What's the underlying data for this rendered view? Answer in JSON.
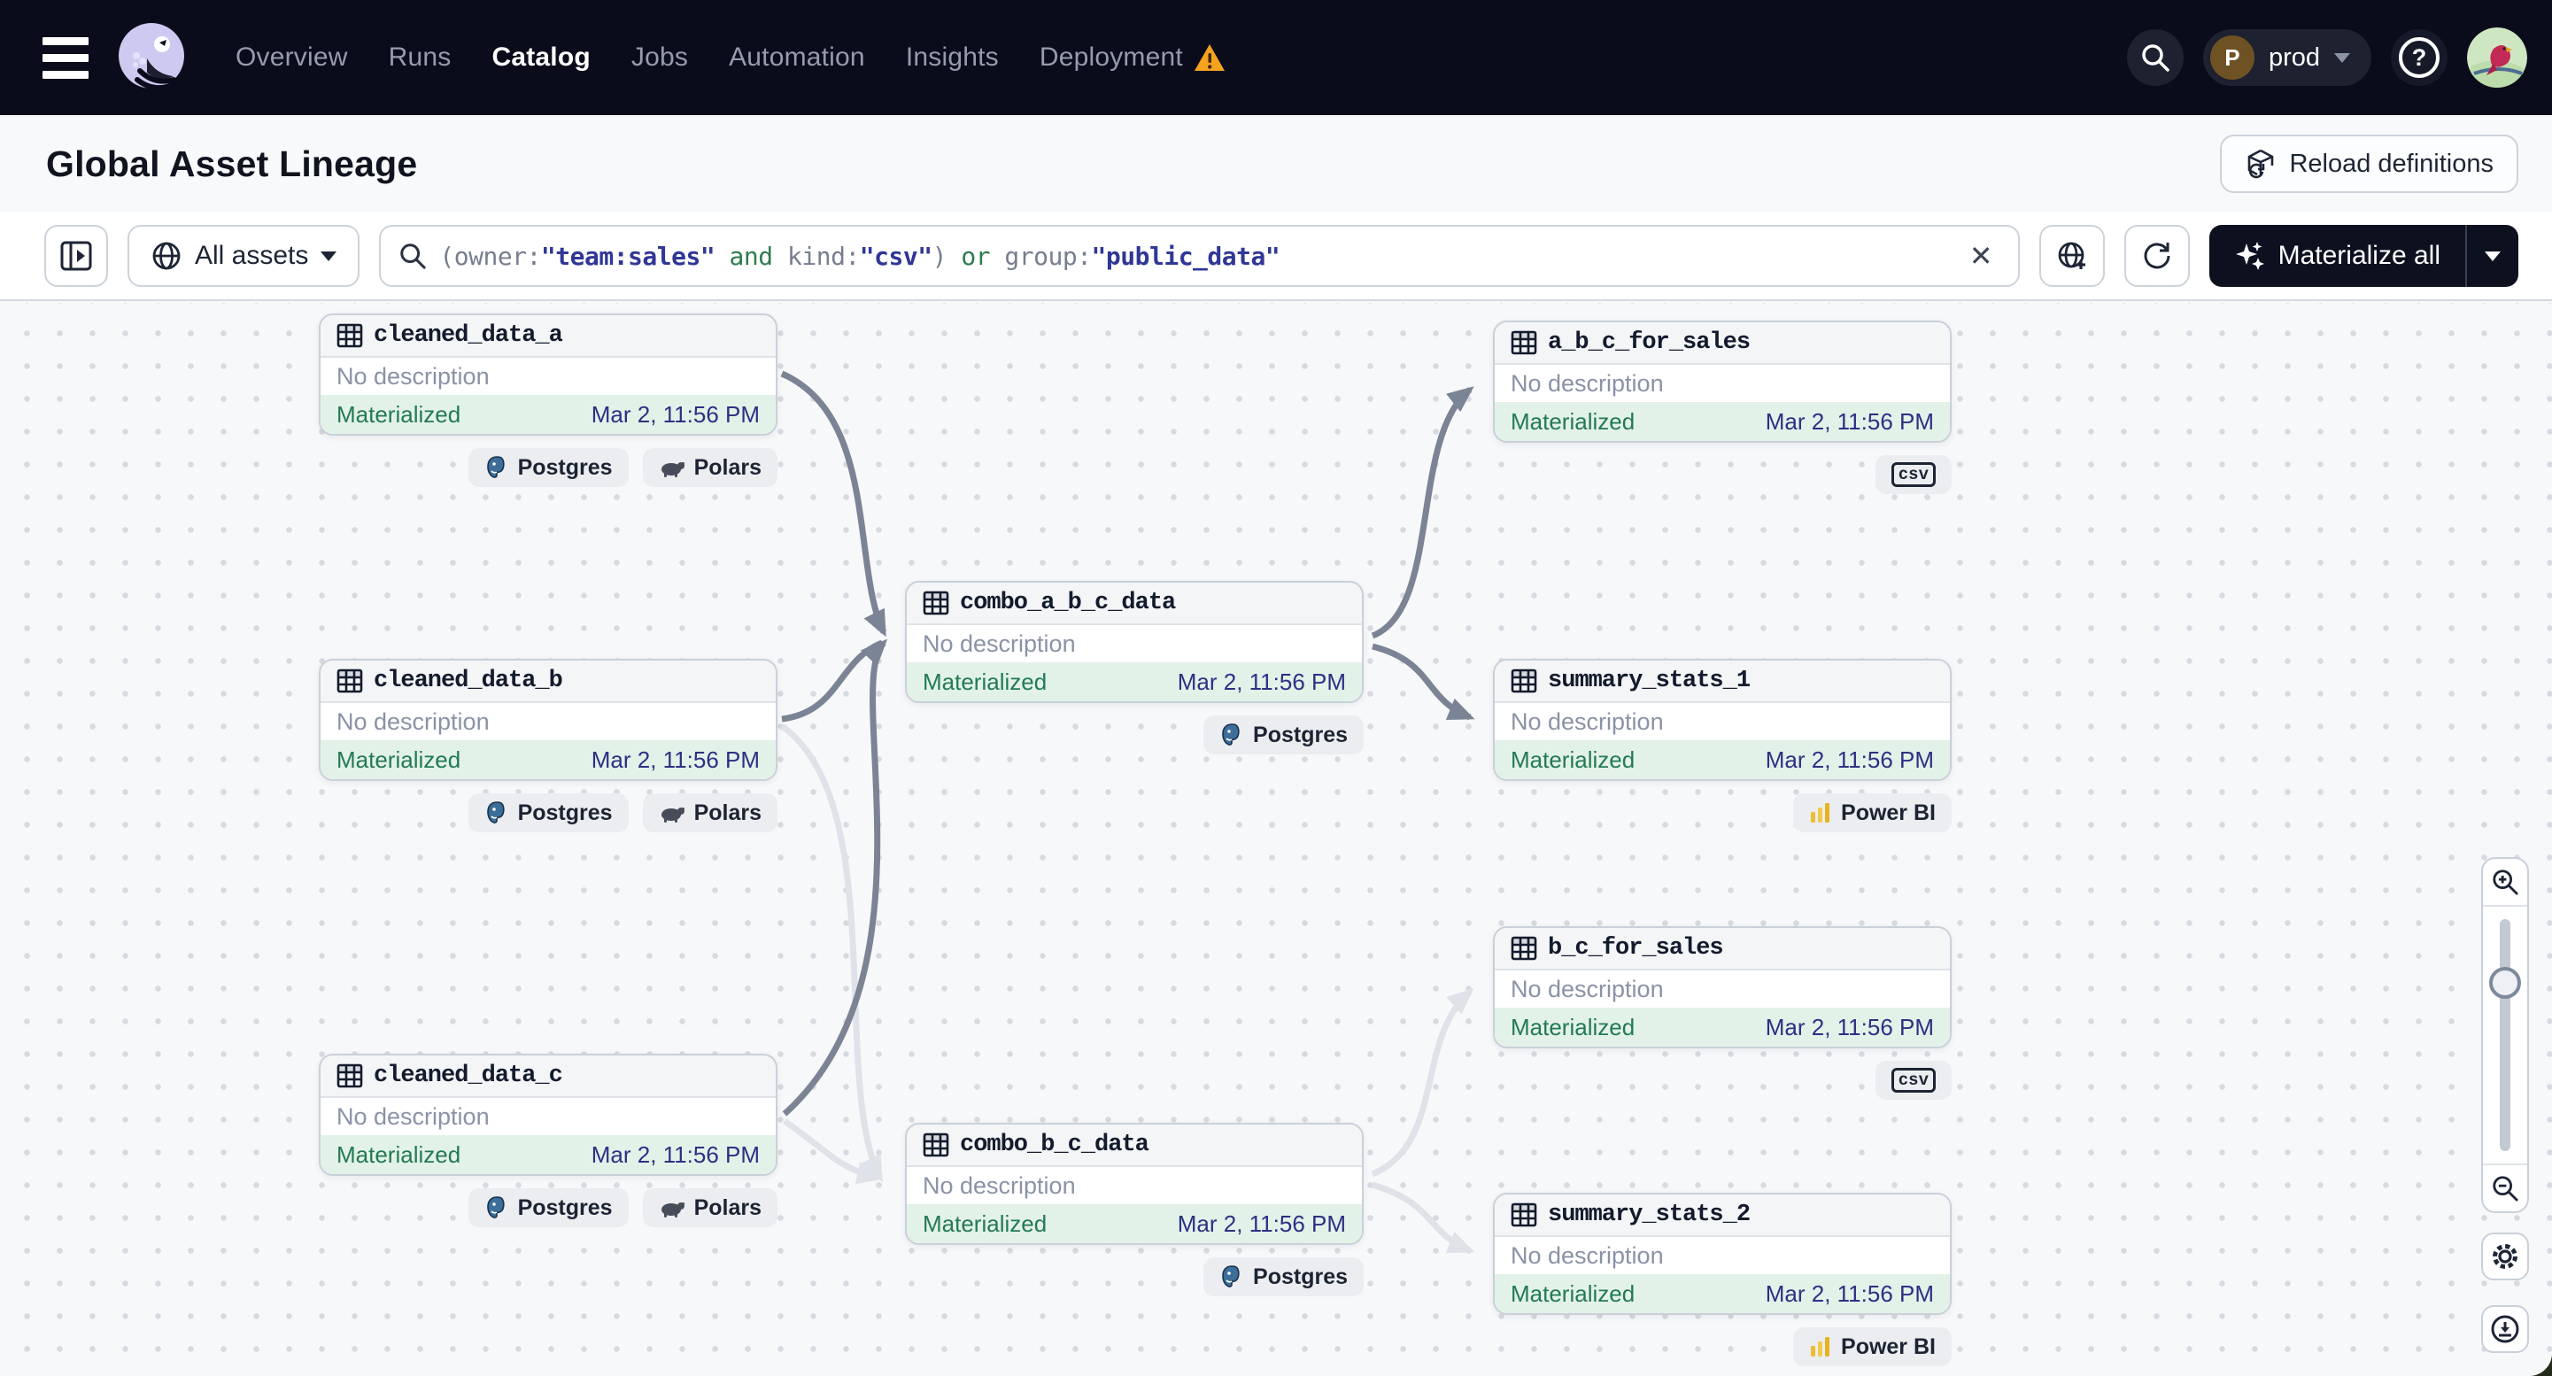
{
  "nav": {
    "items": [
      {
        "label": "Overview"
      },
      {
        "label": "Runs"
      },
      {
        "label": "Catalog"
      },
      {
        "label": "Jobs"
      },
      {
        "label": "Automation"
      },
      {
        "label": "Insights"
      },
      {
        "label": "Deployment"
      }
    ],
    "active_item": "Catalog",
    "deployment_warning_glyph": "!",
    "env": {
      "initial": "P",
      "label": "prod"
    },
    "help_glyph": "?"
  },
  "header": {
    "title": "Global Asset Lineage",
    "reload_button_label": "Reload definitions"
  },
  "toolbar": {
    "scope_label": "All assets",
    "query_segments": [
      {
        "text": "(owner:"
      },
      {
        "text": "\"team:sales\""
      },
      {
        "text": " and "
      },
      {
        "text": "kind:"
      },
      {
        "text": "\"csv\""
      },
      {
        "text": ") "
      },
      {
        "text": "or "
      },
      {
        "text": "group:"
      },
      {
        "text": "\"public_data\""
      }
    ],
    "materialize_button_label": "Materialize all"
  },
  "kinds": {
    "postgres": "Postgres",
    "polars": "Polars",
    "csv": "csv",
    "powerbi": "Power BI"
  },
  "graph": {
    "nodes": [
      {
        "name": "cleaned_data_a",
        "description": "No description",
        "status": "Materialized",
        "timestamp": "Mar 2, 11:56 PM",
        "kinds": [
          "Postgres",
          "Polars"
        ]
      },
      {
        "name": "cleaned_data_b",
        "description": "No description",
        "status": "Materialized",
        "timestamp": "Mar 2, 11:56 PM",
        "kinds": [
          "Postgres",
          "Polars"
        ]
      },
      {
        "name": "cleaned_data_c",
        "description": "No description",
        "status": "Materialized",
        "timestamp": "Mar 2, 11:56 PM",
        "kinds": [
          "Postgres",
          "Polars"
        ]
      },
      {
        "name": "combo_a_b_c_data",
        "description": "No description",
        "status": "Materialized",
        "timestamp": "Mar 2, 11:56 PM",
        "kinds": [
          "Postgres"
        ]
      },
      {
        "name": "combo_b_c_data",
        "description": "No description",
        "status": "Materialized",
        "timestamp": "Mar 2, 11:56 PM",
        "kinds": [
          "Postgres"
        ]
      },
      {
        "name": "a_b_c_for_sales",
        "description": "No description",
        "status": "Materialized",
        "timestamp": "Mar 2, 11:56 PM",
        "kinds": [
          "csv"
        ]
      },
      {
        "name": "summary_stats_1",
        "description": "No description",
        "status": "Materialized",
        "timestamp": "Mar 2, 11:56 PM",
        "kinds": [
          "Power BI"
        ]
      },
      {
        "name": "b_c_for_sales",
        "description": "No description",
        "status": "Materialized",
        "timestamp": "Mar 2, 11:56 PM",
        "kinds": [
          "csv"
        ]
      },
      {
        "name": "summary_stats_2",
        "description": "No description",
        "status": "Materialized",
        "timestamp": "Mar 2, 11:56 PM",
        "kinds": [
          "Power BI"
        ]
      }
    ],
    "edges": [
      {
        "from": "cleaned_data_a",
        "to": "combo_a_b_c_data"
      },
      {
        "from": "cleaned_data_b",
        "to": "combo_a_b_c_data"
      },
      {
        "from": "cleaned_data_c",
        "to": "combo_a_b_c_data"
      },
      {
        "from": "combo_a_b_c_data",
        "to": "a_b_c_for_sales"
      },
      {
        "from": "combo_a_b_c_data",
        "to": "summary_stats_1"
      },
      {
        "from": "cleaned_data_b",
        "to": "combo_b_c_data"
      },
      {
        "from": "cleaned_data_c",
        "to": "combo_b_c_data"
      },
      {
        "from": "combo_b_c_data",
        "to": "b_c_for_sales"
      },
      {
        "from": "combo_b_c_data",
        "to": "summary_stats_2"
      }
    ]
  }
}
